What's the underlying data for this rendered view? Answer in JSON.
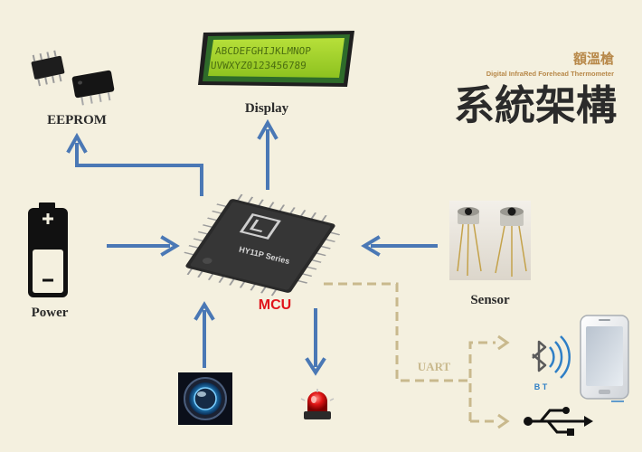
{
  "header": {
    "subtitle_cn": "額溫槍",
    "subtitle_en": "Digital InfraRed Forehead Thermometer",
    "title": "系統架構"
  },
  "blocks": {
    "eeprom": "EEPROM",
    "display": "Display",
    "display_line1": "ABCDEFGHIJKLMNOP",
    "display_line2": "UVWXYZ0123456789",
    "power": "Power",
    "mcu": "MCU",
    "mcu_chip_text": "HY11P Series",
    "sensor": "Sensor",
    "uart": "UART",
    "bt": "B T"
  },
  "colors": {
    "arrow_blue": "#4a78b5",
    "dashed_tan": "#c9b98d",
    "mcu_red": "#e0141b",
    "title_dark": "#2b2b2b",
    "subtitle_orange": "#b8894a"
  }
}
